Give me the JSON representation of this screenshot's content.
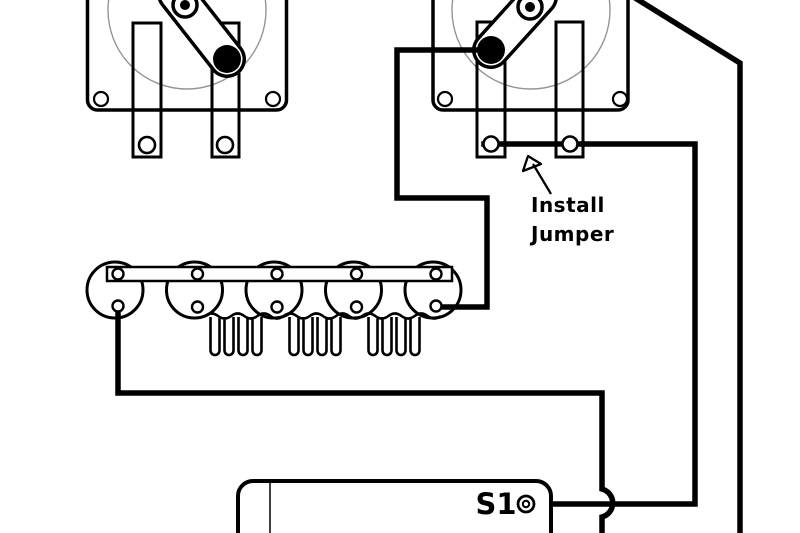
{
  "page": {
    "background": "#ffffff"
  },
  "diagram": {
    "type": "wiring-diagram",
    "line_color": "#000000",
    "faint_color": "#949494",
    "components": [
      "left-cam-motor",
      "right-cam-motor",
      "jumper-wire-between-motor-terminals",
      "terminal-strip-with-coil-springs",
      "control-board",
      "s1-screw-terminal",
      "connecting-wires"
    ]
  },
  "labels": {
    "install": "Install",
    "jumper": "Jumper",
    "s1": "S1"
  }
}
